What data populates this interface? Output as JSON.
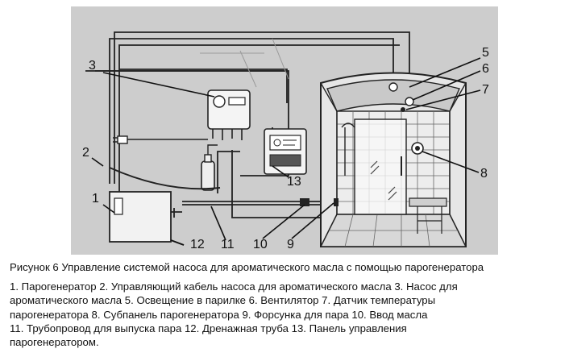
{
  "figure": {
    "caption": "Рисунок 6 Управление системой насоса для ароматического масла с помощью парогенератора",
    "callouts": {
      "n1": "1",
      "n2": "2",
      "n3": "3",
      "n5": "5",
      "n6": "6",
      "n7": "7",
      "n8": "8",
      "n9": "9",
      "n10": "10",
      "n11": "11",
      "n12": "12",
      "n13": "13"
    }
  },
  "legend": {
    "lines": [
      "1. Парогенератор 2. Управляющий кабель насоса для ароматического масла 3. Насос для",
      "ароматического масла 5. Освещение в парилке 6. Вентилятор 7. Датчик температуры",
      "парогенератора 8. Субпанель парогенератора 9. Форсунка для пара 10. Ввод масла",
      "11. Трубопровод для выпуска пара 12. Дренажная труба 13. Панель управления",
      "парогенератором."
    ]
  }
}
